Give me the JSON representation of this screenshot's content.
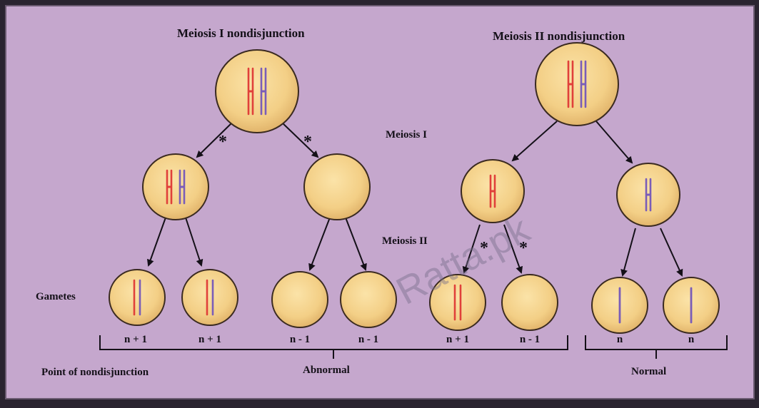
{
  "titles": {
    "meiosis1_nondisjunction": "Meiosis I nondisjunction",
    "meiosis2_nondisjunction": "Meiosis II nondisjunction"
  },
  "side_labels": {
    "meiosis_i": "Meiosis I",
    "meiosis_ii": "Meiosis II",
    "gametes": "Gametes"
  },
  "gamete_labels": [
    "n + 1",
    "n + 1",
    "n - 1",
    "n - 1",
    "n + 1",
    "n - 1",
    "n",
    "n"
  ],
  "group_labels": {
    "point": "Point of nondisjunction",
    "abnormal": "Abnormal",
    "normal": "Normal"
  },
  "marker": "*",
  "watermark": "Ratta.pk",
  "colors": {
    "background": "#c5a7cd",
    "cell_fill": "#f3cf86",
    "cell_edge": "#3a2a20",
    "red_chromosome": "#e0403a",
    "purple_chromosome": "#7a5db8",
    "ink": "#141018"
  }
}
